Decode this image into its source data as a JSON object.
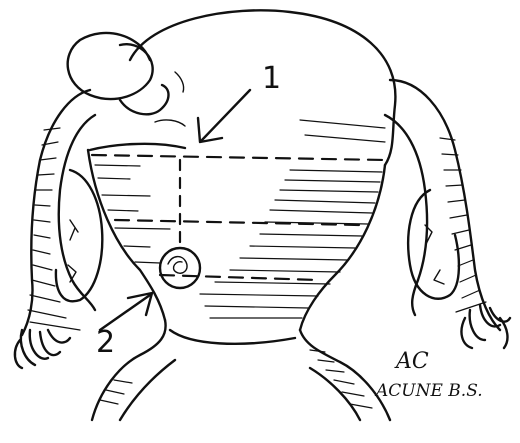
{
  "figure": {
    "labels": [
      {
        "id": "one",
        "text": "1"
      },
      {
        "id": "two",
        "text": "2"
      }
    ],
    "signature": {
      "initials": "AC",
      "name": "ACUNE B.S."
    },
    "colors": {
      "ink": "#111111",
      "background": "#ffffff"
    }
  }
}
